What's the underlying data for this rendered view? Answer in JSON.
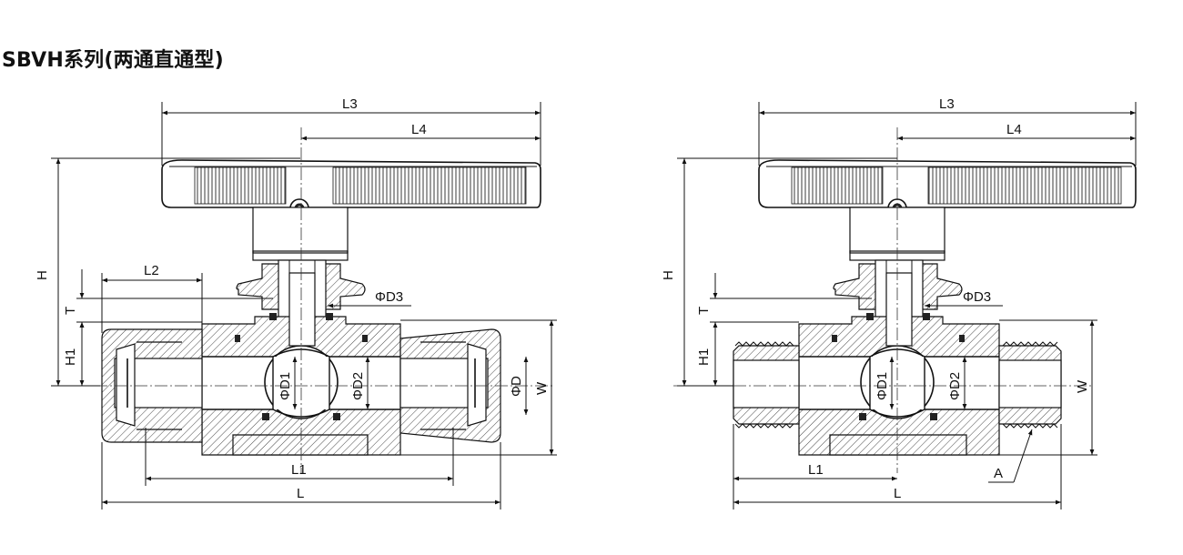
{
  "title": "SBVH系列(两通直通型)",
  "left_view": {
    "labels": {
      "L3": "L3",
      "L4": "L4",
      "L2": "L2",
      "H": "H",
      "T": "T",
      "H1": "H1",
      "PhiD3": "ΦD3",
      "PhiD1": "ΦD1",
      "PhiD2": "ΦD2",
      "PhiD": "ΦD",
      "W": "W",
      "L1": "L1",
      "L": "L"
    }
  },
  "right_view": {
    "labels": {
      "L3": "L3",
      "L4": "L4",
      "H": "H",
      "T": "T",
      "H1": "H1",
      "PhiD3": "ΦD3",
      "PhiD1": "ΦD1",
      "PhiD2": "ΦD2",
      "W": "W",
      "L1": "L1",
      "L": "L",
      "A": "A"
    }
  }
}
